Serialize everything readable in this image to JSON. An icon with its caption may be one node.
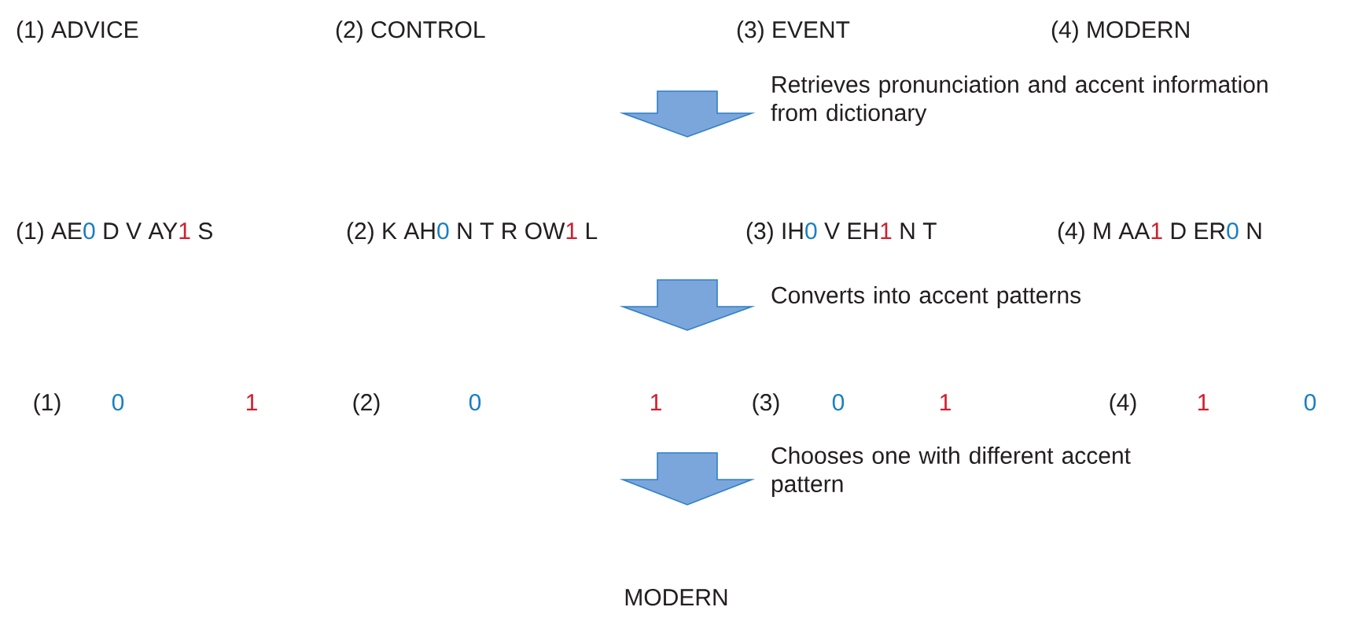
{
  "diagram": {
    "labels": [
      "(1) ADVICE",
      "(2) CONTROL",
      "(3) EVENT",
      "(4) MODERN",
      "Retrieves pronunciation and accent information from dictionary",
      "(1) AE",
      "0",
      "D V AY",
      "1",
      "S",
      "(2) K AH",
      "0",
      "N T R OW",
      "1",
      "L",
      "(3) IH",
      "0",
      "V EH",
      "1",
      "N T",
      "(4) M AA",
      "1",
      "D ER",
      "0",
      "N",
      "Converts into accent patterns",
      "(1)",
      "0",
      "1",
      "(2)",
      "0",
      "1",
      "(3)",
      "0",
      "1",
      "(4)",
      "1",
      "0",
      "Chooses one with different accent pattern",
      "MODERN"
    ]
  }
}
